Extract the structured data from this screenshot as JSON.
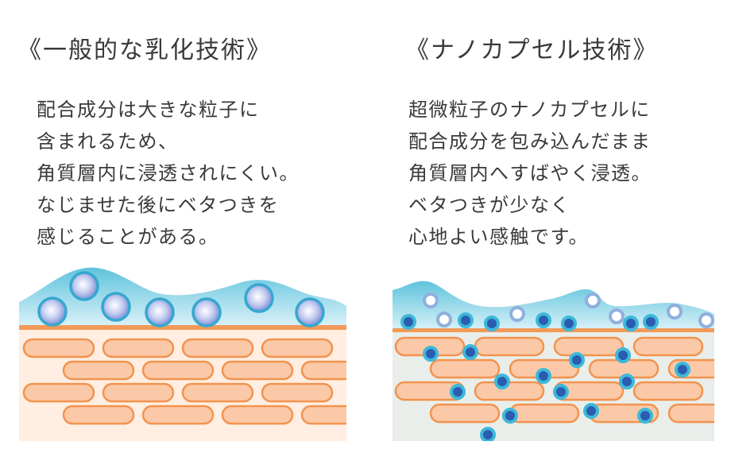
{
  "colors": {
    "cream": "#ffe0c8",
    "cell_fill": "#fbc9a8",
    "cell_stroke": "#f2934f",
    "layer_line": "#f29a5a",
    "water_top": "#5fc3dd",
    "water_bottom": "#d9f1f8",
    "emulsion_particle": "#7f90d8",
    "nano_core": "#2b5cb0",
    "nano_ring": "#3db8d9"
  },
  "left": {
    "title": "《一般的な乳化技術》",
    "lines": [
      "配合成分は大きな粒子に",
      "含まれるため、",
      "角質層内に浸透されにくい。",
      "なじませた後にベタつきを",
      "感じることがある。"
    ]
  },
  "right": {
    "title": "《ナノカプセル技術》",
    "lines": [
      "超微粒子のナノカプセルに",
      "配合成分を包み込んだまま",
      "角質層内へすばやく浸透。",
      "ベタつきが少なく",
      "心地よい感触です。"
    ]
  }
}
